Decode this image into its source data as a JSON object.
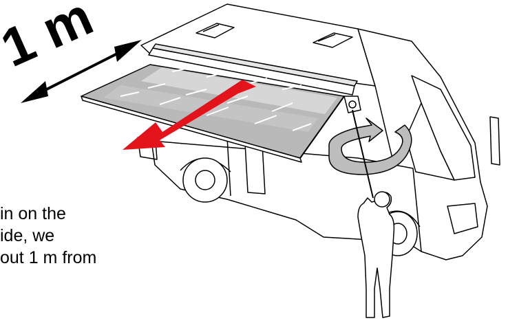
{
  "figure": {
    "distance_label": "1 m",
    "caption_lines": [
      "in on the",
      "ide, we",
      "out 1 m from"
    ]
  },
  "icons": {
    "pull_direction": "red-arrow-icon",
    "distance": "double-headed-arrow-icon",
    "rotation": "rotation-arrow-icon"
  },
  "colors": {
    "arrow_red": "#e3131b",
    "line_black": "#000000",
    "awning_fabric": "#b9b9b9",
    "awning_light": "#dcdcdc",
    "person_fill": "#ffffff",
    "band_gray": "#bdbdbd"
  }
}
